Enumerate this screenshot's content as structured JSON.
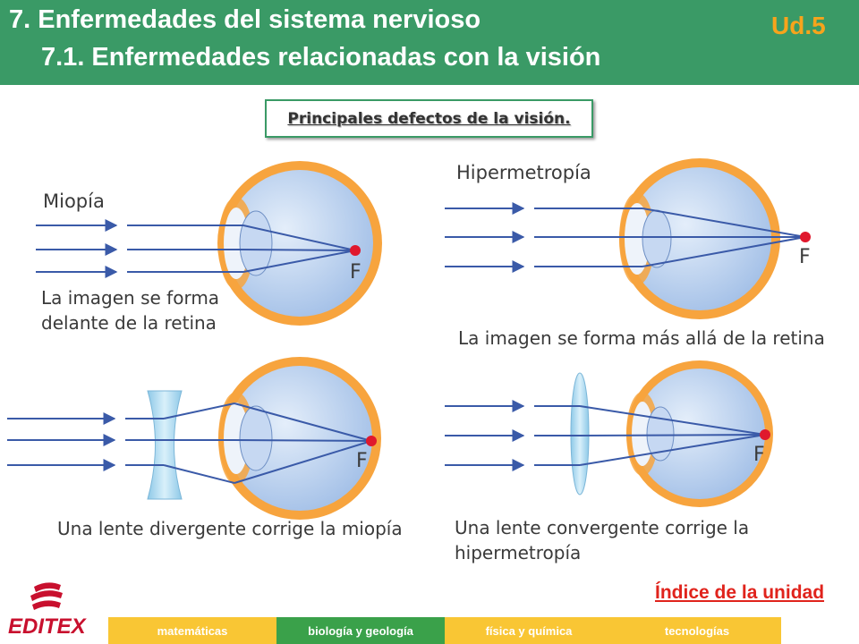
{
  "header": {
    "title": "7. Enfermedades del sistema nervioso",
    "subtitle": "7.1. Enfermedades relacionadas con la visión",
    "unit": "Ud.5"
  },
  "section_title": "Principales defectos de la visión.",
  "diagram": {
    "myopia": {
      "label": "Miopía",
      "caption_line1": "La imagen se forma",
      "caption_line2": "delante de la retina",
      "focus": "F"
    },
    "hyperopia": {
      "label": "Hipermetropía",
      "caption": "La imagen se forma más allá de la retina",
      "focus": "F"
    },
    "myopia_corrected": {
      "caption": "Una lente divergente corrige la miopía",
      "focus": "F"
    },
    "hyperopia_corrected": {
      "caption_line1": "Una lente convergente corrige la",
      "caption_line2": "hipermetropía",
      "focus": "F"
    }
  },
  "colors": {
    "header": "#3a9a66",
    "unit": "#f7a41c",
    "eye": "#f7a43e",
    "eyeball": "#bcd2ee",
    "rays": "#3a5aa8",
    "focus_dot": "#e0182d",
    "link": "#e0231c"
  },
  "index_link": "Índice de la unidad",
  "footer": {
    "logo_text": "EDITEX",
    "tabs": [
      {
        "label": "matemáticas",
        "color": "#f9c634"
      },
      {
        "label": "biología y geología",
        "color": "#3aa14a"
      },
      {
        "label": "física y química",
        "color": "#f9c634"
      },
      {
        "label": "tecnologías",
        "color": "#f9c634"
      }
    ]
  }
}
